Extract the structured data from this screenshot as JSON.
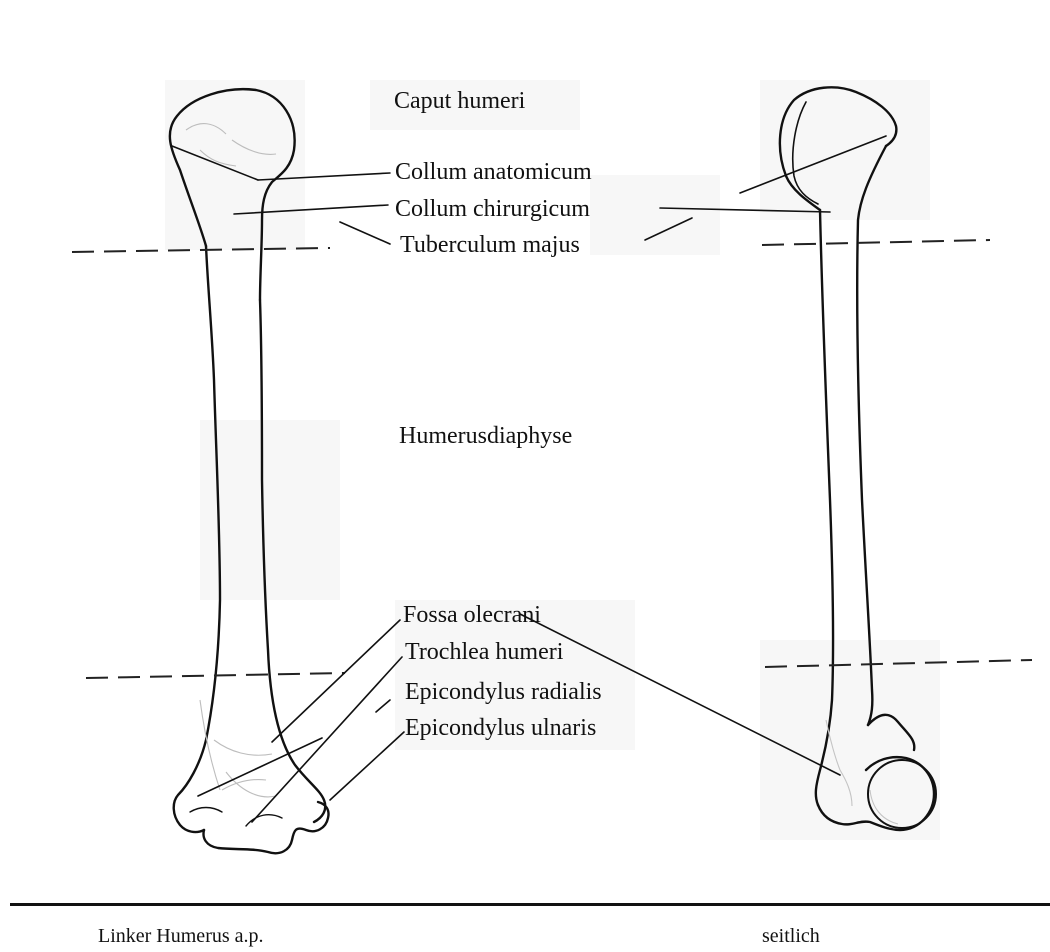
{
  "labels": {
    "caput": "Caput humeri",
    "collum_anatomicum": "Collum anatomicum",
    "collum_chirurgicum": "Collum chirurgicum",
    "tuberculum_majus": "Tuberculum majus",
    "diaphyse": "Humerusdiaphyse",
    "fossa_olecrani": "Fossa olecrani",
    "trochlea": "Trochlea humeri",
    "epicondylus_radialis": "Epicondylus radialis",
    "epicondylus_ulnaris": "Epicondylus ulnaris"
  },
  "captions": {
    "left_view": "Linker Humerus a.p.",
    "right_view": "seitlich"
  }
}
